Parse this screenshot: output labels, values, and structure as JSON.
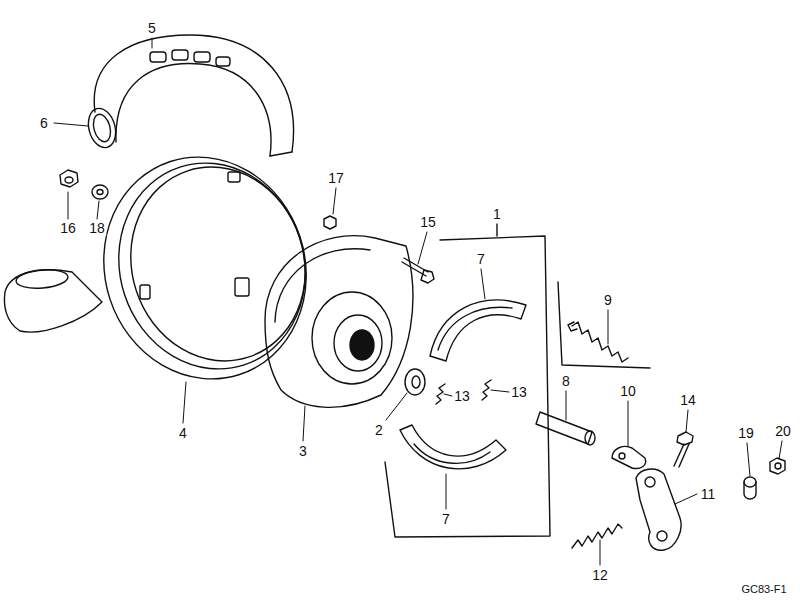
{
  "diagram": {
    "labels": [
      "5",
      "6",
      "16",
      "18",
      "17",
      "1",
      "15",
      "7",
      "9",
      "8",
      "10",
      "14",
      "13",
      "13",
      "2",
      "11",
      "4",
      "3",
      "7",
      "19",
      "20",
      "12",
      "GC83-F1"
    ]
  }
}
